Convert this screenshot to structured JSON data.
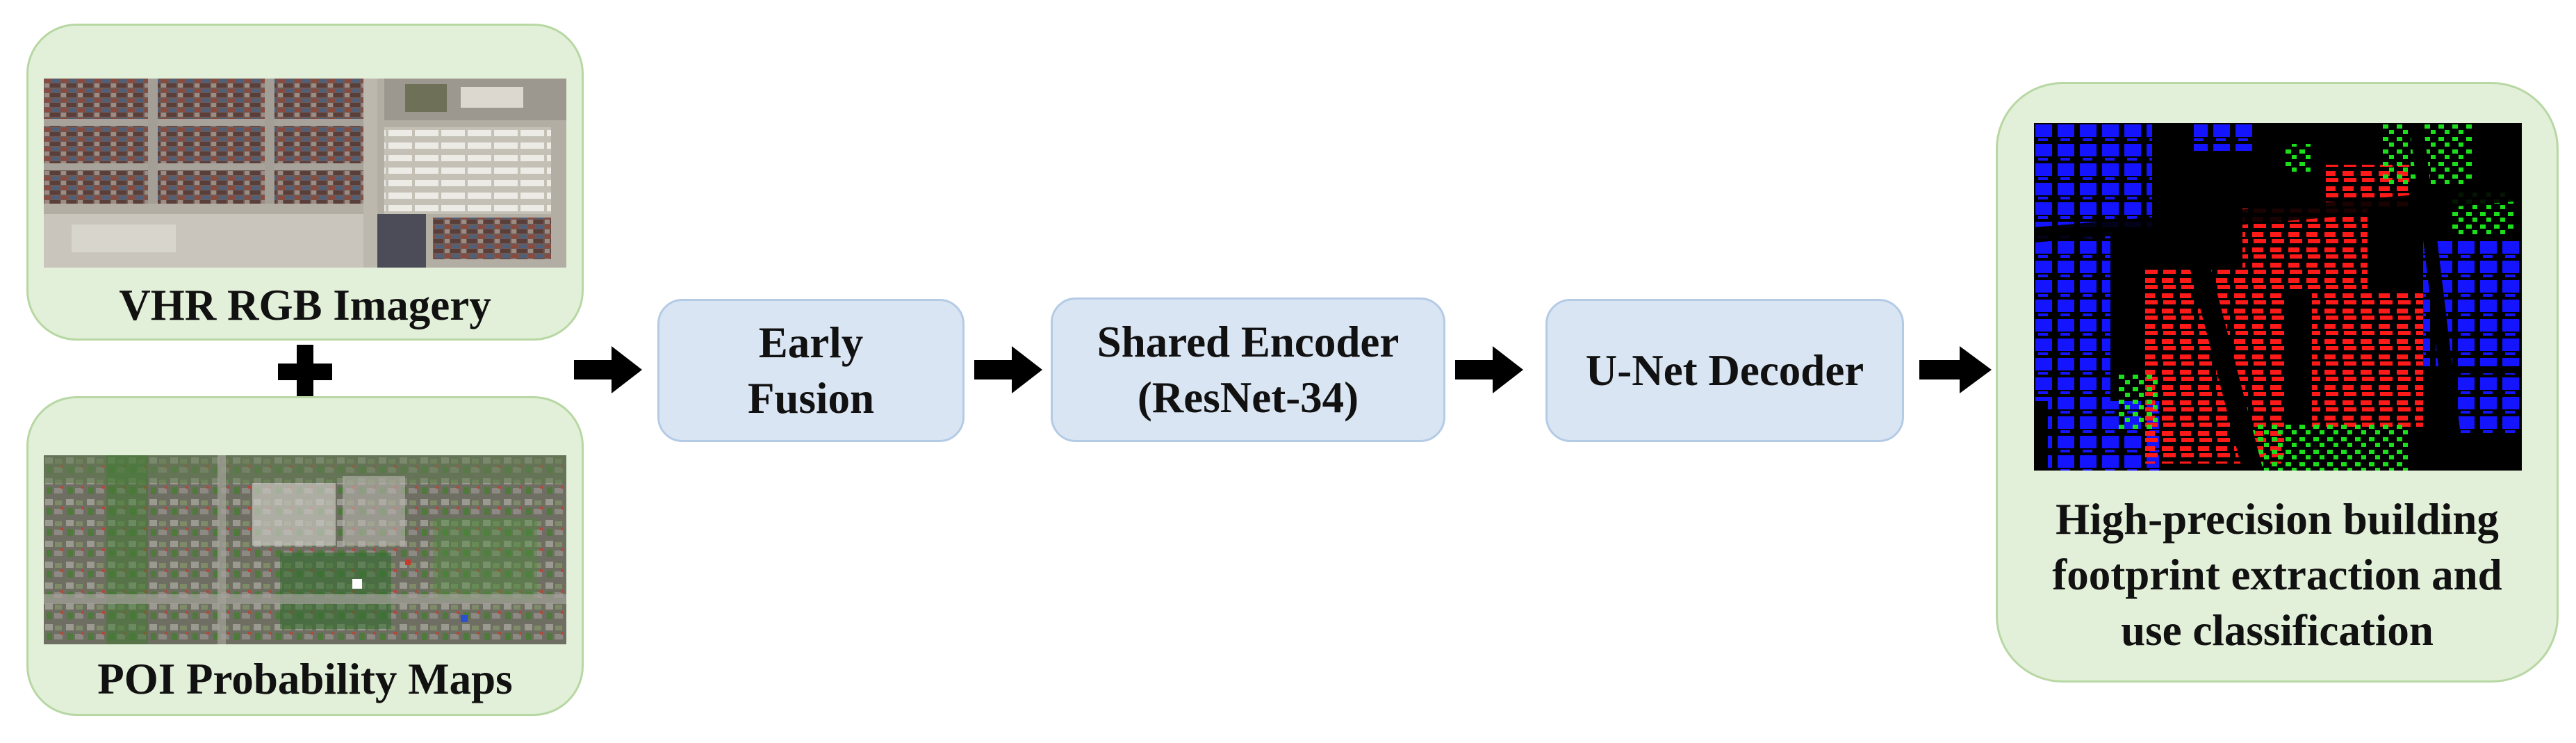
{
  "inputs": {
    "rgb_label": "VHR RGB Imagery",
    "poi_label": "POI Probability Maps",
    "combine_symbol": "plus-icon"
  },
  "steps": {
    "early_fusion": {
      "line1": "Early",
      "line2": "Fusion"
    },
    "encoder": {
      "line1": "Shared Encoder",
      "line2": "(ResNet-34)"
    },
    "decoder": {
      "line1": "U-Net Decoder"
    }
  },
  "output": {
    "line1": "High-precision building",
    "line2": "footprint extraction and",
    "line3": "use classification"
  },
  "colors": {
    "panel_fill": "#e3f0d9",
    "panel_border": "#b7d7a3",
    "box_fill": "#dae5f3",
    "box_border": "#b4cbe6",
    "arrow": "#000000",
    "class_red": "#ff1a1a",
    "class_green": "#1adf1a",
    "class_blue": "#1414ff"
  }
}
